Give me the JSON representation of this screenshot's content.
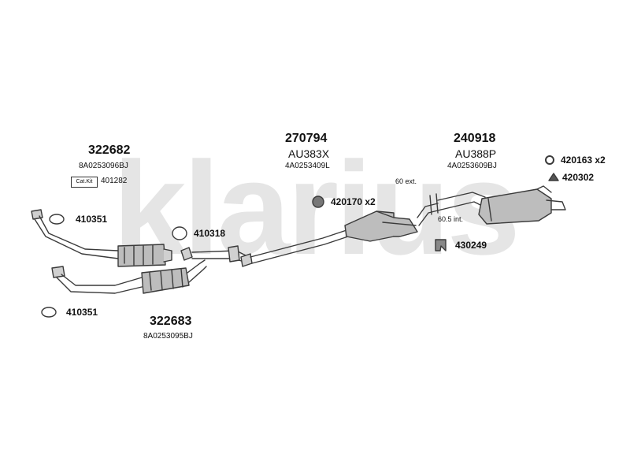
{
  "watermark": "klarius",
  "colors": {
    "watermark": "#e5e5e5",
    "line": "#3a3a3a",
    "fill": "#bdbdbd"
  },
  "groups": {
    "front_pipe_upper": {
      "number": "322682",
      "oe": "8A0253096BJ"
    },
    "front_pipe_lower": {
      "number": "322683",
      "oe": "8A0253095BJ"
    },
    "centre": {
      "number": "270794",
      "code": "AU383X",
      "oe": "4A0253409L"
    },
    "rear": {
      "number": "240918",
      "code": "AU388P",
      "oe": "4A0253609BJ"
    }
  },
  "cat_kit": {
    "label": "Cat.Kit",
    "number": "401282"
  },
  "parts": {
    "p410351_top": "410351",
    "p410351_bottom": "410351",
    "p410318": "410318",
    "p420170": "420170 x2",
    "p430249": "430249",
    "p420163": "420163 x2",
    "p420302": "420302"
  },
  "notes": {
    "ext": "60 ext.",
    "int": "60.5 int."
  }
}
